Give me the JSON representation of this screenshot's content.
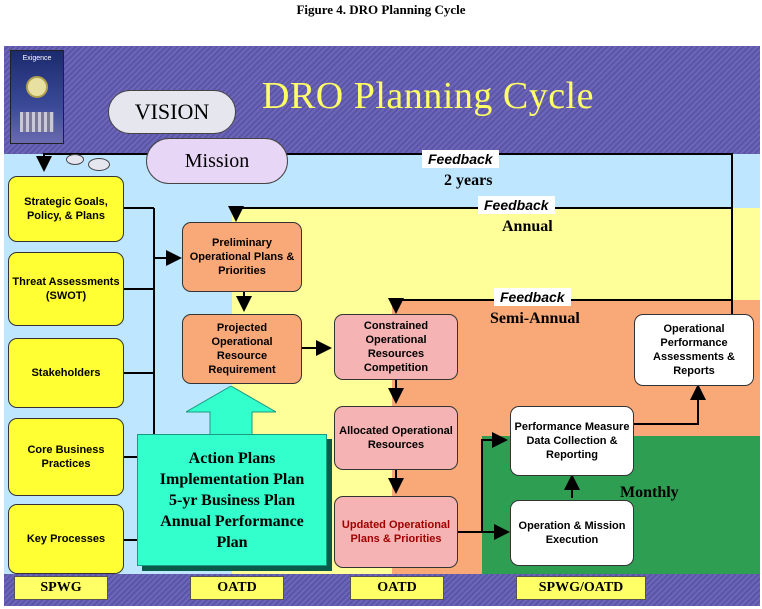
{
  "caption": "Figure 4.  DRO Planning Cycle",
  "title": "DRO Planning Cycle",
  "logo": {
    "line1": "Exigence",
    "line2": "",
    "icon": "seal-icon"
  },
  "clouds": {
    "vision": "VISION",
    "mission": "Mission"
  },
  "feedback": [
    {
      "label": "Feedback",
      "period": "2 years"
    },
    {
      "label": "Feedback",
      "period": "Annual"
    },
    {
      "label": "Feedback",
      "period": "Semi-Annual"
    }
  ],
  "monthly": "Monthly",
  "left_boxes": [
    {
      "text": "Strategic Goals, Policy, & Plans"
    },
    {
      "text": "Threat Assessments (SWOT)"
    },
    {
      "text": "Stakeholders"
    },
    {
      "text": "Core Business Practices"
    },
    {
      "text": "Key Processes"
    }
  ],
  "process": {
    "preliminary": "Preliminary Operational Plans & Priorities",
    "projected": "Projected Operational Resource Requirement",
    "constrained": "Constrained Operational Resources Competition",
    "allocated": "Allocated Operational Resources",
    "updated": "Updated Operational Plans & Priorities",
    "performance_data": "Performance Measure Data Collection & Reporting",
    "operation": "Operation & Mission Execution",
    "assessments": "Operational Performance Assessments & Reports"
  },
  "action_plans": [
    "Action Plans",
    "Implementation Plan",
    "5-yr Business Plan",
    "Annual Performance",
    "Plan"
  ],
  "footer": [
    "SPWG",
    "OATD",
    "OATD",
    "SPWG/OATD"
  ],
  "colors": {
    "background": "#5b55a8",
    "title": "#ffff66",
    "two_year": "#bfe6ff",
    "annual": "#ffff99",
    "semi_annual": "#f9a877",
    "monthly": "#2e9e52",
    "action_plans": "#33ffcc"
  }
}
